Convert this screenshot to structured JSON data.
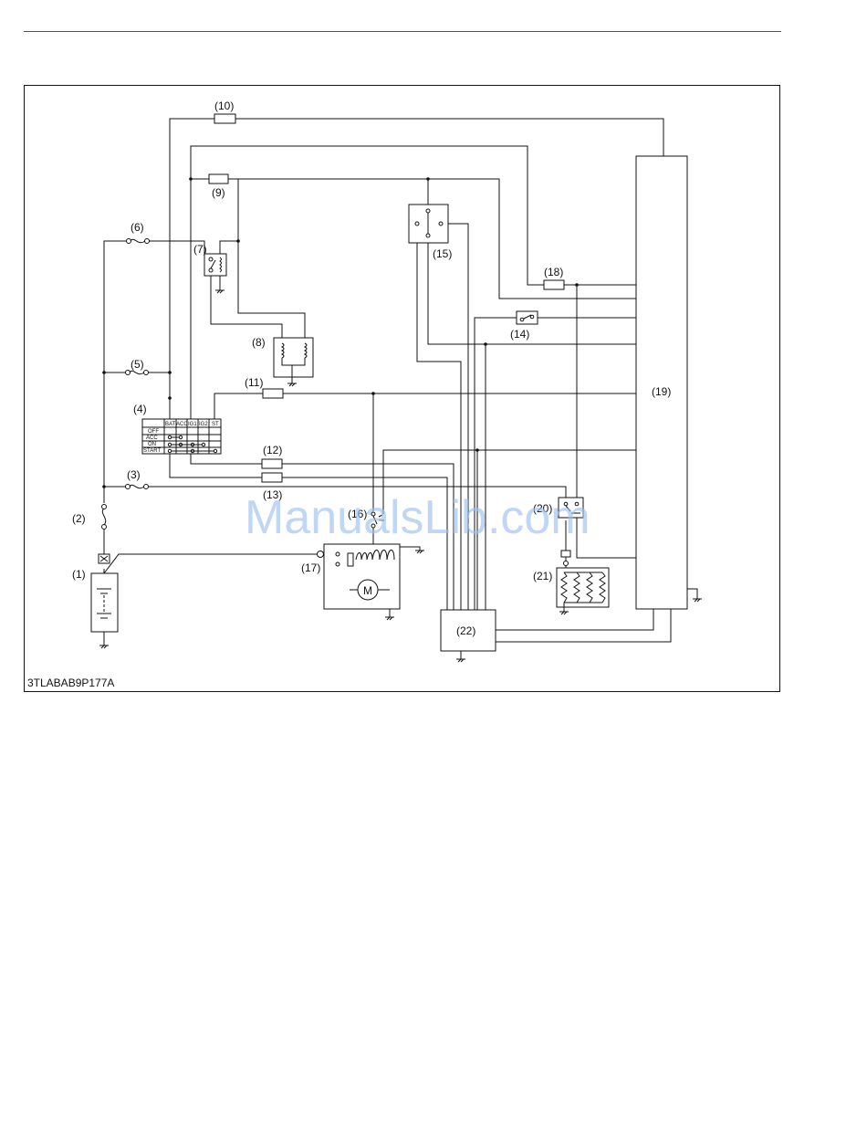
{
  "figure_id": "3TLABAB9P177A",
  "watermark": "ManualsLib.com",
  "components": {
    "c1": "(1)",
    "c2": "(2)",
    "c3": "(3)",
    "c4": "(4)",
    "c5": "(5)",
    "c6": "(6)",
    "c7": "(7)",
    "c8": "(8)",
    "c9": "(9)",
    "c10": "(10)",
    "c11": "(11)",
    "c12": "(12)",
    "c13": "(13)",
    "c14": "(14)",
    "c15": "(15)",
    "c16": "(16)",
    "c17": "(17)",
    "c18": "(18)",
    "c19": "(19)",
    "c20": "(20)",
    "c21": "(21)",
    "c22": "(22)"
  },
  "key_switch_table": {
    "columns": [
      "BAT",
      "ACC",
      "IG1",
      "IG2",
      "ST"
    ],
    "rows": [
      "OFF",
      "ACC",
      "ON",
      "START"
    ]
  },
  "motor_symbol": "M"
}
